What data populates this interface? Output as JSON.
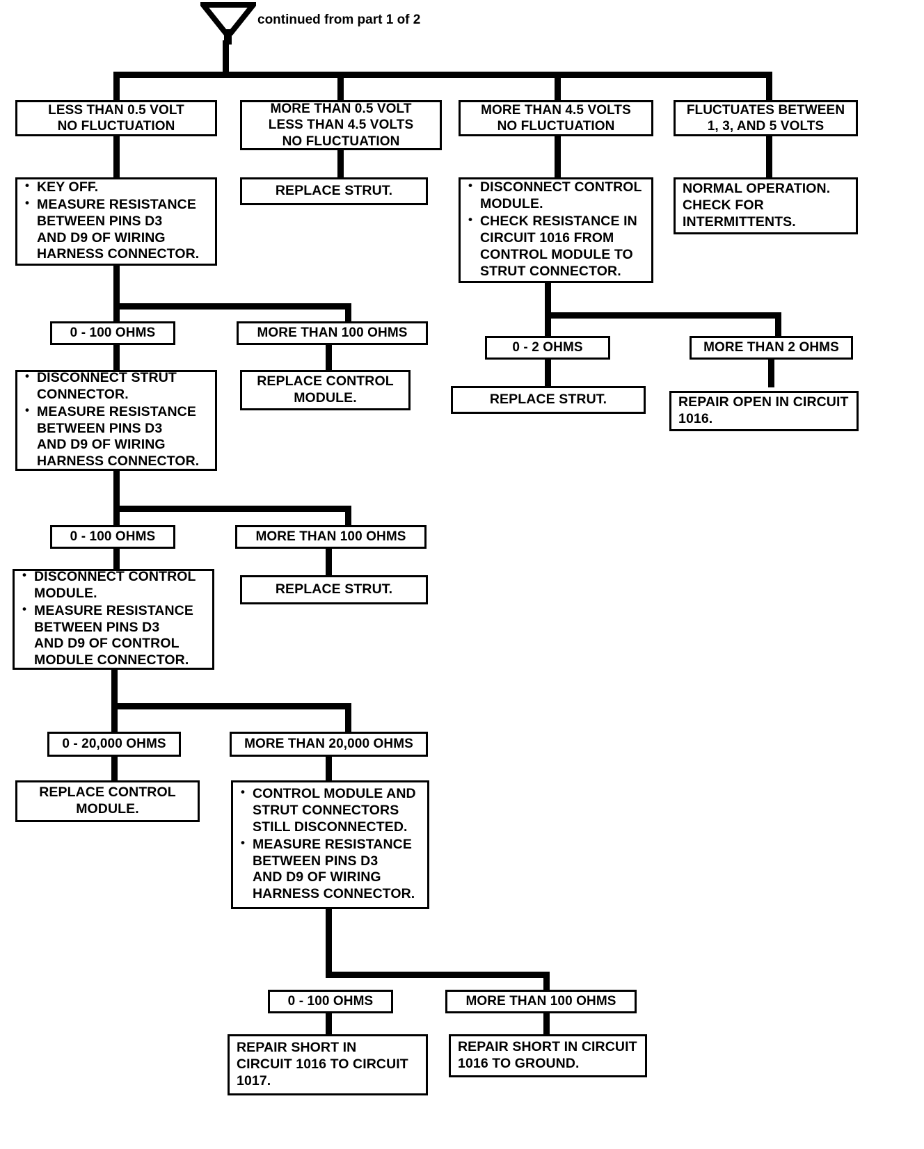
{
  "header": {
    "continued_note": "continued from part 1 of 2",
    "connector_icon": "funnel-offpage-connector-icon"
  },
  "colors": {
    "line": "#000000",
    "background": "#ffffff",
    "text": "#000000"
  },
  "nodes": {
    "v1_less_than_half": {
      "lines": [
        "LESS THAN 0.5 VOLT",
        "NO FLUCTUATION"
      ]
    },
    "v2_between": {
      "lines": [
        "MORE THAN 0.5 VOLT",
        "LESS THAN 4.5 VOLTS",
        "NO FLUCTUATION"
      ]
    },
    "v3_more_than_four_five": {
      "lines": [
        "MORE THAN 4.5 VOLTS",
        "NO FLUCTUATION"
      ]
    },
    "v4_fluctuates": {
      "lines": [
        "FLUCTUATES BETWEEN",
        "1, 3, AND 5 VOLTS"
      ]
    },
    "a1_key_off": {
      "bullets": [
        [
          "KEY OFF."
        ],
        [
          "MEASURE RESISTANCE",
          "BETWEEN PINS D3",
          "AND D9 OF WIRING",
          "HARNESS CONNECTOR."
        ]
      ]
    },
    "b1_replace_strut": {
      "lines": [
        "REPLACE STRUT."
      ]
    },
    "c1_disconnect_cm": {
      "bullets": [
        [
          "DISCONNECT CONTROL",
          "MODULE."
        ],
        [
          "CHECK RESISTANCE IN",
          "CIRCUIT 1016 FROM",
          "CONTROL MODULE TO",
          "STRUT CONNECTOR."
        ]
      ]
    },
    "d1_normal_operation": {
      "lines": [
        "NORMAL OPERATION.",
        "CHECK FOR",
        "INTERMITTENTS."
      ]
    },
    "a2_label_0_100": {
      "lines": [
        "0 - 100 OHMS"
      ]
    },
    "a2_label_more_100": {
      "lines": [
        "MORE THAN 100 OHMS"
      ]
    },
    "a2_disconnect_strut": {
      "bullets": [
        [
          "DISCONNECT STRUT",
          "CONNECTOR."
        ],
        [
          "MEASURE RESISTANCE",
          "BETWEEN PINS D3",
          "AND D9 OF WIRING",
          "HARNESS CONNECTOR."
        ]
      ]
    },
    "a2_replace_cm": {
      "lines": [
        "REPLACE CONTROL",
        "MODULE."
      ]
    },
    "c2_label_0_2": {
      "lines": [
        "0 - 2 OHMS"
      ]
    },
    "c2_label_more_2": {
      "lines": [
        "MORE THAN 2 OHMS"
      ]
    },
    "c2_replace_strut": {
      "lines": [
        "REPLACE STRUT."
      ]
    },
    "c2_repair_open": {
      "lines": [
        "REPAIR OPEN IN CIRCUIT",
        "1016."
      ]
    },
    "a3_label_0_100": {
      "lines": [
        "0 - 100 OHMS"
      ]
    },
    "a3_label_more_100": {
      "lines": [
        "MORE THAN 100 OHMS"
      ]
    },
    "a3_disconnect_cm": {
      "bullets": [
        [
          "DISCONNECT CONTROL",
          "MODULE."
        ],
        [
          "MEASURE RESISTANCE",
          "BETWEEN PINS D3",
          "AND D9 OF CONTROL",
          "MODULE CONNECTOR."
        ]
      ]
    },
    "a3_replace_strut": {
      "lines": [
        "REPLACE STRUT."
      ]
    },
    "a4_label_0_20000": {
      "lines": [
        "0 - 20,000 OHMS"
      ]
    },
    "a4_label_more_20000": {
      "lines": [
        "MORE THAN 20,000 OHMS"
      ]
    },
    "a4_replace_cm": {
      "lines": [
        "REPLACE CONTROL",
        "MODULE."
      ]
    },
    "a4_still_disconnected": {
      "bullets": [
        [
          "CONTROL MODULE AND",
          "STRUT CONNECTORS",
          "STILL DISCONNECTED."
        ],
        [
          "MEASURE RESISTANCE",
          "BETWEEN PINS D3",
          "AND D9 OF WIRING",
          "HARNESS CONNECTOR."
        ]
      ]
    },
    "a5_label_0_100": {
      "lines": [
        "0 - 100 OHMS"
      ]
    },
    "a5_label_more_100": {
      "lines": [
        "MORE THAN 100 OHMS"
      ]
    },
    "a5_repair_short_1017": {
      "lines": [
        "REPAIR SHORT IN",
        "CIRCUIT 1016 TO CIRCUIT",
        "1017."
      ]
    },
    "a5_repair_short_ground": {
      "lines": [
        "REPAIR SHORT IN CIRCUIT",
        "1016 TO GROUND."
      ]
    }
  }
}
